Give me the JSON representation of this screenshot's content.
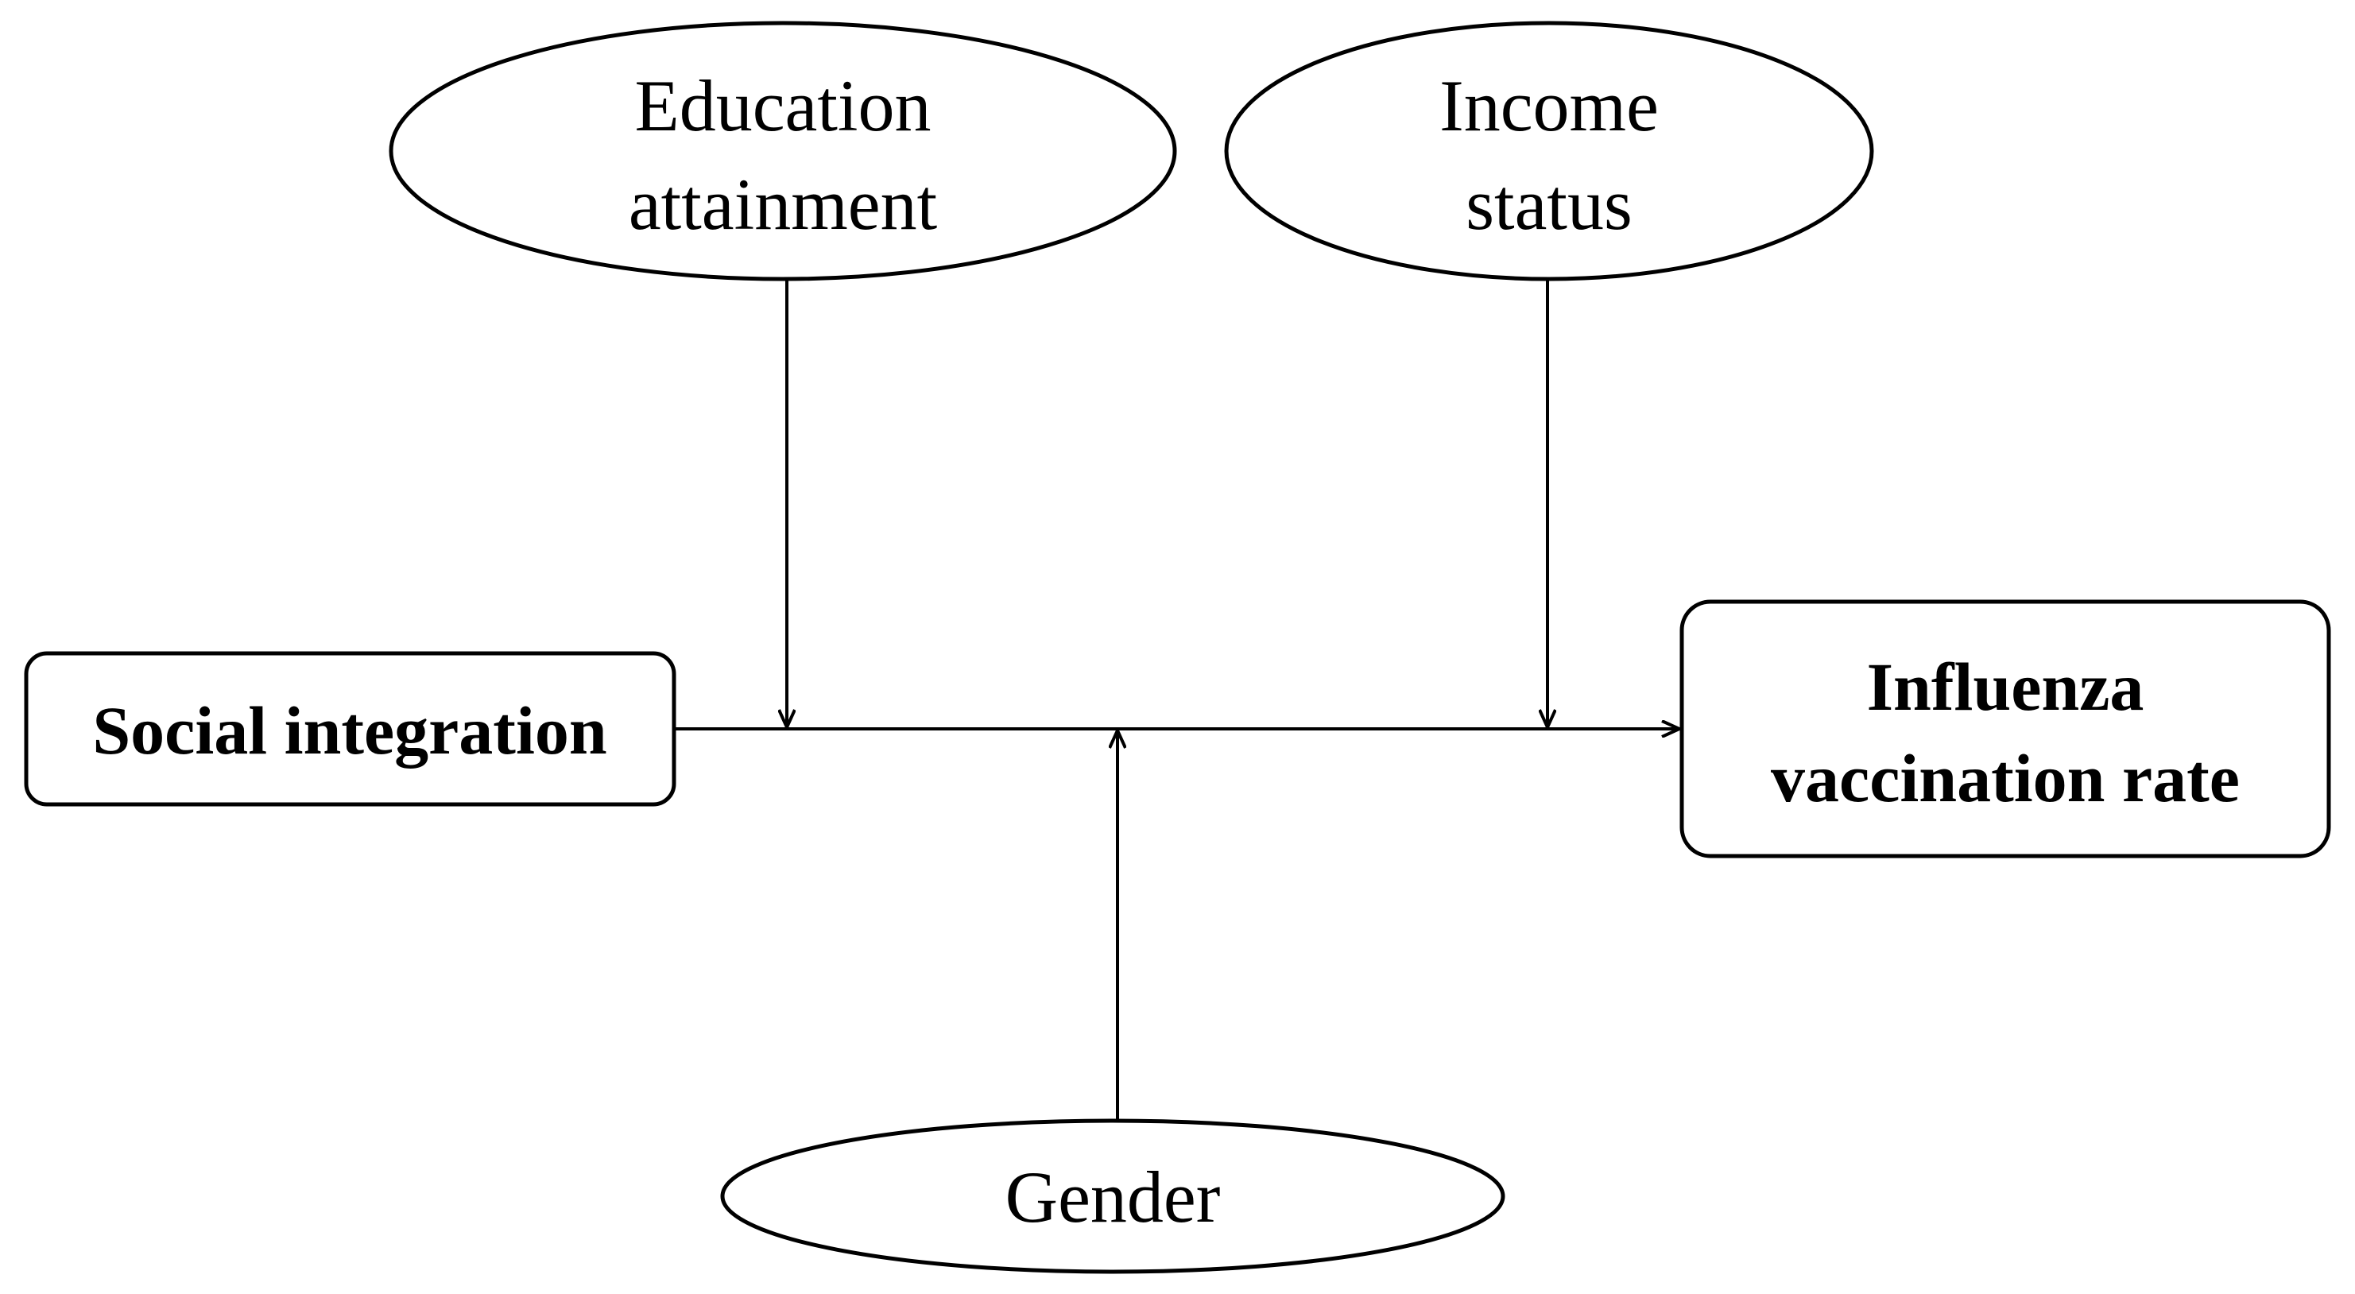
{
  "diagram": {
    "nodes": {
      "education": {
        "shape": "ellipse",
        "lines": [
          "Education",
          "attainment"
        ]
      },
      "income": {
        "shape": "ellipse",
        "lines": [
          "Income",
          "status"
        ]
      },
      "gender": {
        "shape": "ellipse",
        "lines": [
          "Gender"
        ]
      },
      "social_integration": {
        "shape": "rounded-rectangle",
        "lines": [
          "Social integration"
        ]
      },
      "influenza": {
        "shape": "rounded-rectangle",
        "lines": [
          "Influenza",
          "vaccination rate"
        ]
      }
    },
    "edges": [
      {
        "from": "social_integration",
        "to": "influenza",
        "type": "main-path"
      },
      {
        "from": "education",
        "to": "main-path",
        "type": "moderator"
      },
      {
        "from": "income",
        "to": "main-path",
        "type": "moderator"
      },
      {
        "from": "gender",
        "to": "main-path",
        "type": "moderator"
      }
    ],
    "colors": {
      "stroke": "#000000",
      "fill": "#ffffff"
    }
  }
}
